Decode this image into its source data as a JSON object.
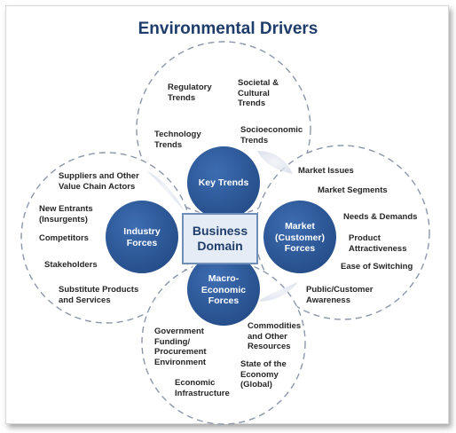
{
  "title": "Environmental Drivers",
  "center": "Business\nDomain",
  "colors": {
    "title": "#1f3d6b",
    "core_circle": "#2e5a9c",
    "dashed_outline": "#8c96a8"
  },
  "key_trends": {
    "label": "Key Trends",
    "items": [
      "Regulatory\nTrends",
      "Societal &\nCultural\nTrends",
      "Technology\nTrends",
      "Socioeconomic\nTrends"
    ]
  },
  "industry_forces": {
    "label": "Industry\nForces",
    "items": [
      "Suppliers and Other\nValue Chain Actors",
      "New Entrants\n(Insurgents)",
      "Competitors",
      "Stakeholders",
      "Substitute Products\nand Services"
    ]
  },
  "market_forces": {
    "label": "Market\n(Customer)\nForces",
    "items": [
      "Market Issues",
      "Market Segments",
      "Needs & Demands",
      "Product\nAttractiveness",
      "Ease of Switching",
      "Public/Customer\nAwareness"
    ]
  },
  "macro_forces": {
    "label": "Macro-\nEconomic\nForces",
    "items": [
      "Government\nFunding/\nProcurement\nEnvironment",
      "Commodities\nand Other\nResources",
      "State of the\nEconomy\n(Global)",
      "Economic\nInfrastructure"
    ]
  }
}
